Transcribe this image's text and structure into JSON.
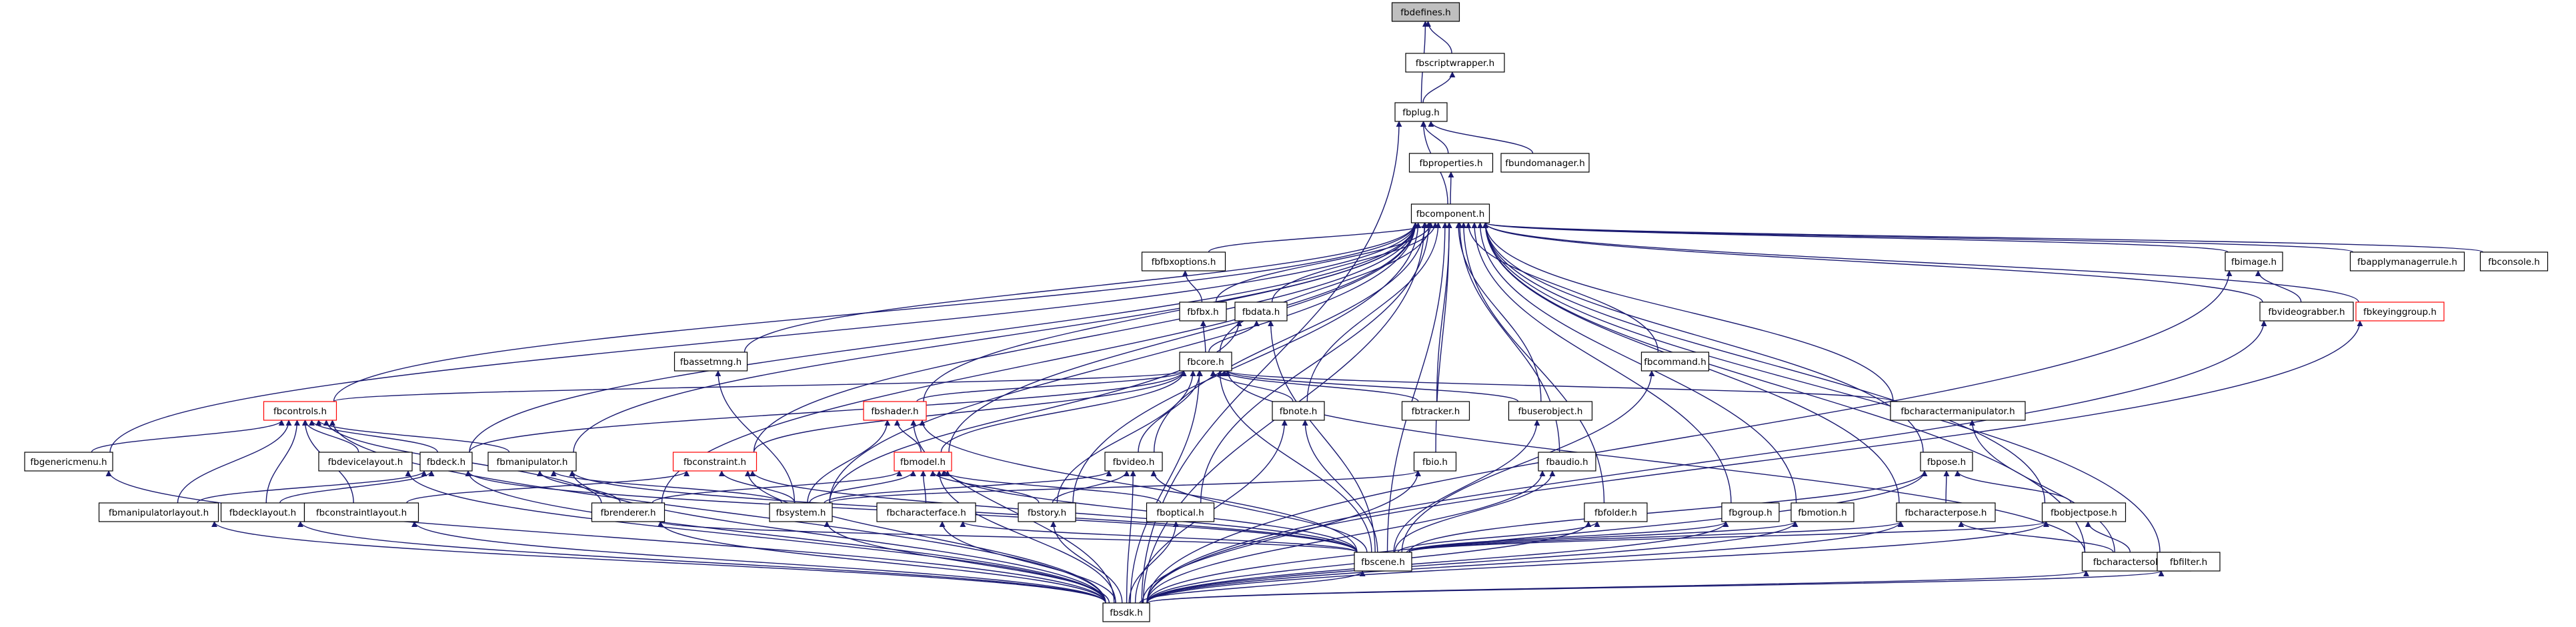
{
  "diagram": {
    "type": "include-dependency-graph",
    "colors": {
      "edge": "#191970",
      "root_fill": "#bfbfbf",
      "node_border": "#000000",
      "truncated_node_border": "#ff0000",
      "background": "#ffffff"
    },
    "nodes": [
      {
        "id": "fbdefines",
        "label": "fbdefines.h",
        "root": true
      },
      {
        "id": "fbscriptwrapper",
        "label": "fbscriptwrapper.h"
      },
      {
        "id": "fbplug",
        "label": "fbplug.h"
      },
      {
        "id": "fbproperties",
        "label": "fbproperties.h"
      },
      {
        "id": "fbundomanager",
        "label": "fbundomanager.h"
      },
      {
        "id": "fbcomponent",
        "label": "fbcomponent.h"
      },
      {
        "id": "fbfbxoptions",
        "label": "fbfbxoptions.h"
      },
      {
        "id": "fbfbx",
        "label": "fbfbx.h"
      },
      {
        "id": "fbdata",
        "label": "fbdata.h"
      },
      {
        "id": "fbimage",
        "label": "fbimage.h"
      },
      {
        "id": "fbapplymanagerrule",
        "label": "fbapplymanagerrule.h"
      },
      {
        "id": "fbconsole",
        "label": "fbconsole.h"
      },
      {
        "id": "fbvideograbber",
        "label": "fbvideograbber.h"
      },
      {
        "id": "fbkeyinggroup",
        "label": "fbkeyinggroup.h",
        "truncated": true
      },
      {
        "id": "fbassetmng",
        "label": "fbassetmng.h"
      },
      {
        "id": "fbcore",
        "label": "fbcore.h"
      },
      {
        "id": "fbcommand",
        "label": "fbcommand.h"
      },
      {
        "id": "fbcontrols",
        "label": "fbcontrols.h",
        "truncated": true
      },
      {
        "id": "fbshader",
        "label": "fbshader.h",
        "truncated": true
      },
      {
        "id": "fbnote",
        "label": "fbnote.h"
      },
      {
        "id": "fbtracker",
        "label": "fbtracker.h"
      },
      {
        "id": "fbuserobject",
        "label": "fbuserobject.h"
      },
      {
        "id": "fbcharactermanipulator",
        "label": "fbcharactermanipulator.h"
      },
      {
        "id": "fbgenericmenu",
        "label": "fbgenericmenu.h"
      },
      {
        "id": "fbdevicelayout",
        "label": "fbdevicelayout.h"
      },
      {
        "id": "fbdeck",
        "label": "fbdeck.h"
      },
      {
        "id": "fbmanipulator",
        "label": "fbmanipulator.h"
      },
      {
        "id": "fbconstraint",
        "label": "fbconstraint.h",
        "truncated": true
      },
      {
        "id": "fbmodel",
        "label": "fbmodel.h",
        "truncated": true
      },
      {
        "id": "fbvideo",
        "label": "fbvideo.h"
      },
      {
        "id": "fbio",
        "label": "fbio.h"
      },
      {
        "id": "fbaudio",
        "label": "fbaudio.h"
      },
      {
        "id": "fbpose",
        "label": "fbpose.h"
      },
      {
        "id": "fbmanipulatorlayout",
        "label": "fbmanipulatorlayout.h"
      },
      {
        "id": "fbdecklayout",
        "label": "fbdecklayout.h"
      },
      {
        "id": "fbconstraintlayout",
        "label": "fbconstraintlayout.h"
      },
      {
        "id": "fbrenderer",
        "label": "fbrenderer.h"
      },
      {
        "id": "fbsystem",
        "label": "fbsystem.h"
      },
      {
        "id": "fbcharacterface",
        "label": "fbcharacterface.h"
      },
      {
        "id": "fbstory",
        "label": "fbstory.h"
      },
      {
        "id": "fboptical",
        "label": "fboptical.h"
      },
      {
        "id": "fbfolder",
        "label": "fbfolder.h"
      },
      {
        "id": "fbgroup",
        "label": "fbgroup.h"
      },
      {
        "id": "fbmotion",
        "label": "fbmotion.h"
      },
      {
        "id": "fbcharacterpose",
        "label": "fbcharacterpose.h"
      },
      {
        "id": "fbobjectpose",
        "label": "fbobjectpose.h"
      },
      {
        "id": "fbscene",
        "label": "fbscene.h"
      },
      {
        "id": "fbcharactersolver",
        "label": "fbcharactersolver.h"
      },
      {
        "id": "fbfilter",
        "label": "fbfilter.h"
      },
      {
        "id": "fbsdk",
        "label": "fbsdk.h"
      }
    ],
    "edges": [
      [
        "fbscriptwrapper",
        "fbdefines"
      ],
      [
        "fbplug",
        "fbdefines"
      ],
      [
        "fbplug",
        "fbscriptwrapper"
      ],
      [
        "fbproperties",
        "fbplug"
      ],
      [
        "fbundomanager",
        "fbplug"
      ],
      [
        "fbcomponent",
        "fbplug"
      ],
      [
        "fbsdk",
        "fbplug"
      ],
      [
        "fbcomponent",
        "fbproperties"
      ],
      [
        "fbfbxoptions",
        "fbcomponent"
      ],
      [
        "fbfbx",
        "fbcomponent"
      ],
      [
        "fbdata",
        "fbcomponent"
      ],
      [
        "fbimage",
        "fbcomponent"
      ],
      [
        "fbapplymanagerrule",
        "fbcomponent"
      ],
      [
        "fbconsole",
        "fbcomponent"
      ],
      [
        "fbvideograbber",
        "fbcomponent"
      ],
      [
        "fbkeyinggroup",
        "fbcomponent"
      ],
      [
        "fbassetmng",
        "fbcomponent"
      ],
      [
        "fbcore",
        "fbcomponent"
      ],
      [
        "fbcommand",
        "fbcomponent"
      ],
      [
        "fbcontrols",
        "fbcomponent"
      ],
      [
        "fbshader",
        "fbcomponent"
      ],
      [
        "fbtracker",
        "fbcomponent"
      ],
      [
        "fbuserobject",
        "fbcomponent"
      ],
      [
        "fbcharactermanipulator",
        "fbcomponent"
      ],
      [
        "fbgenericmenu",
        "fbcomponent"
      ],
      [
        "fbdeck",
        "fbcomponent"
      ],
      [
        "fbmanipulator",
        "fbcomponent"
      ],
      [
        "fbconstraint",
        "fbcomponent"
      ],
      [
        "fbmodel",
        "fbcomponent"
      ],
      [
        "fbvideo",
        "fbcomponent"
      ],
      [
        "fbio",
        "fbcomponent"
      ],
      [
        "fbaudio",
        "fbcomponent"
      ],
      [
        "fbpose",
        "fbcomponent"
      ],
      [
        "fbrenderer",
        "fbcomponent"
      ],
      [
        "fbsystem",
        "fbcomponent"
      ],
      [
        "fbstory",
        "fbcomponent"
      ],
      [
        "fboptical",
        "fbcomponent"
      ],
      [
        "fbfolder",
        "fbcomponent"
      ],
      [
        "fbgroup",
        "fbcomponent"
      ],
      [
        "fbmotion",
        "fbcomponent"
      ],
      [
        "fbcharacterpose",
        "fbcomponent"
      ],
      [
        "fbobjectpose",
        "fbcomponent"
      ],
      [
        "fbscene",
        "fbcomponent"
      ],
      [
        "fbcharactersolver",
        "fbcomponent"
      ],
      [
        "fbfilter",
        "fbcomponent"
      ],
      [
        "fbsdk",
        "fbcomponent"
      ],
      [
        "fbnote",
        "fbcomponent"
      ],
      [
        "fbfbx",
        "fbfbxoptions"
      ],
      [
        "fbcore",
        "fbfbx"
      ],
      [
        "fbcore",
        "fbdata"
      ],
      [
        "fbsystem",
        "fbdata"
      ],
      [
        "fbscene",
        "fbdata"
      ],
      [
        "fbvideograbber",
        "fbimage"
      ],
      [
        "fbsdk",
        "fbimage"
      ],
      [
        "fbsdk",
        "fbvideograbber"
      ],
      [
        "fbsdk",
        "fbkeyinggroup"
      ],
      [
        "fbsystem",
        "fbassetmng"
      ],
      [
        "fbscene",
        "fbcommand"
      ],
      [
        "fbcontrols",
        "fbcore"
      ],
      [
        "fbshader",
        "fbcore"
      ],
      [
        "fbnote",
        "fbcore"
      ],
      [
        "fbtracker",
        "fbcore"
      ],
      [
        "fbuserobject",
        "fbcore"
      ],
      [
        "fbcharactermanipulator",
        "fbcore"
      ],
      [
        "fbconstraint",
        "fbcore"
      ],
      [
        "fbmodel",
        "fbcore"
      ],
      [
        "fbvideo",
        "fbcore"
      ],
      [
        "fbstory",
        "fbcore"
      ],
      [
        "fbscene",
        "fbcore"
      ],
      [
        "fbsdk",
        "fbcore"
      ],
      [
        "fbcharactersolver",
        "fbcore"
      ],
      [
        "fbdeck",
        "fbcore"
      ],
      [
        "fbgenericmenu",
        "fbcontrols"
      ],
      [
        "fbdevicelayout",
        "fbcontrols"
      ],
      [
        "fbdeck",
        "fbcontrols"
      ],
      [
        "fbmanipulator",
        "fbcontrols"
      ],
      [
        "fbmanipulatorlayout",
        "fbcontrols"
      ],
      [
        "fbdecklayout",
        "fbcontrols"
      ],
      [
        "fbconstraintlayout",
        "fbcontrols"
      ],
      [
        "fbrenderer",
        "fbcontrols"
      ],
      [
        "fbsdk",
        "fbcontrols"
      ],
      [
        "fbmodel",
        "fbshader"
      ],
      [
        "fbsystem",
        "fbshader"
      ],
      [
        "fbscene",
        "fbshader"
      ],
      [
        "fbsdk",
        "fbshader"
      ],
      [
        "fbscene",
        "fbnote"
      ],
      [
        "fbsdk",
        "fbnote"
      ],
      [
        "fbscene",
        "fbuserobject"
      ],
      [
        "fbcharactersolver",
        "fbcharactermanipulator"
      ],
      [
        "fbsdk",
        "fbgenericmenu"
      ],
      [
        "fbsdk",
        "fbdevicelayout"
      ],
      [
        "fbmanipulatorlayout",
        "fbdeck"
      ],
      [
        "fbdecklayout",
        "fbdeck"
      ],
      [
        "fbscene",
        "fbdeck"
      ],
      [
        "fbsdk",
        "fbdeck"
      ],
      [
        "fbrenderer",
        "fbmanipulator"
      ],
      [
        "fbsystem",
        "fbmanipulator"
      ],
      [
        "fbscene",
        "fbmanipulator"
      ],
      [
        "fbsdk",
        "fbmanipulator"
      ],
      [
        "fbconstraintlayout",
        "fbconstraint"
      ],
      [
        "fbsystem",
        "fbconstraint"
      ],
      [
        "fbscene",
        "fbconstraint"
      ],
      [
        "fbsdk",
        "fbconstraint"
      ],
      [
        "fbrenderer",
        "fbmodel"
      ],
      [
        "fbsystem",
        "fbmodel"
      ],
      [
        "fbcharacterface",
        "fbmodel"
      ],
      [
        "fbstory",
        "fbmodel"
      ],
      [
        "fboptical",
        "fbmodel"
      ],
      [
        "fbscene",
        "fbmodel"
      ],
      [
        "fbsdk",
        "fbmodel"
      ],
      [
        "fbsystem",
        "fbvideo"
      ],
      [
        "fbstory",
        "fbvideo"
      ],
      [
        "fbscene",
        "fbvideo"
      ],
      [
        "fbsdk",
        "fbvideo"
      ],
      [
        "fbsystem",
        "fbio"
      ],
      [
        "fbsdk",
        "fbio"
      ],
      [
        "fbscene",
        "fbaudio"
      ],
      [
        "fbsdk",
        "fbaudio"
      ],
      [
        "fbcharacterpose",
        "fbpose"
      ],
      [
        "fbobjectpose",
        "fbpose"
      ],
      [
        "fbscene",
        "fbpose"
      ],
      [
        "fbsdk",
        "fbpose"
      ],
      [
        "fbsdk",
        "fbmanipulatorlayout"
      ],
      [
        "fbsdk",
        "fbdecklayout"
      ],
      [
        "fbsdk",
        "fbconstraintlayout"
      ],
      [
        "fbscene",
        "fbrenderer"
      ],
      [
        "fbsdk",
        "fbrenderer"
      ],
      [
        "fbsdk",
        "fbsystem"
      ],
      [
        "fbscene",
        "fbcharacterface"
      ],
      [
        "fbsdk",
        "fbcharacterface"
      ],
      [
        "fbsdk",
        "fbstory"
      ],
      [
        "fbsdk",
        "fboptical"
      ],
      [
        "fbscene",
        "fbfolder"
      ],
      [
        "fbsdk",
        "fbfolder"
      ],
      [
        "fbscene",
        "fbgroup"
      ],
      [
        "fbsdk",
        "fbgroup"
      ],
      [
        "fbscene",
        "fbmotion"
      ],
      [
        "fbsdk",
        "fbmotion"
      ],
      [
        "fbscene",
        "fbcharacterpose"
      ],
      [
        "fbcharactersolver",
        "fbcharacterpose"
      ],
      [
        "fbsdk",
        "fbcharacterpose"
      ],
      [
        "fbscene",
        "fbobjectpose"
      ],
      [
        "fbcharactersolver",
        "fbobjectpose"
      ],
      [
        "fbsdk",
        "fbobjectpose"
      ],
      [
        "fbsdk",
        "fbscene"
      ],
      [
        "fbsdk",
        "fbcharactersolver"
      ],
      [
        "fbsdk",
        "fbfilter"
      ]
    ]
  }
}
